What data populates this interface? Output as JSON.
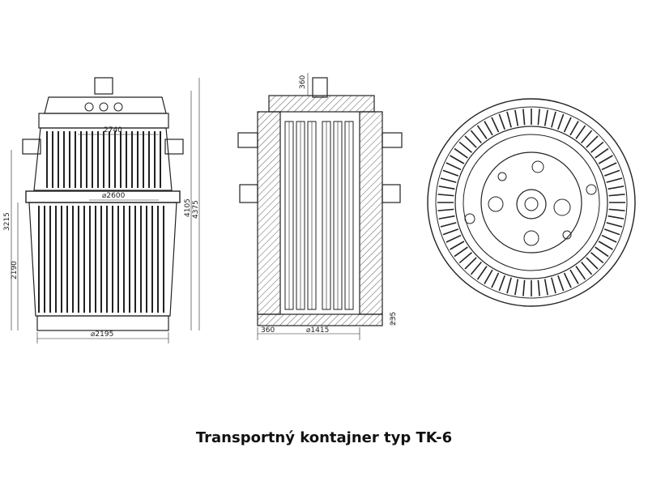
{
  "caption": "Transportný kontajner typ TK-6",
  "dimensions": {
    "side_top_width": "2740",
    "side_flange_dia": "⌀2600",
    "side_base_dia": "⌀2195",
    "height_lower": "2190",
    "height_mid": "3215",
    "height_total_a": "4105",
    "height_total_b": "4375",
    "section_top": "360",
    "section_wall": "360",
    "section_inner_dia": "⌀1415",
    "section_bottom": "235"
  },
  "colors": {
    "ink": "#222222",
    "background": "#ffffff"
  }
}
